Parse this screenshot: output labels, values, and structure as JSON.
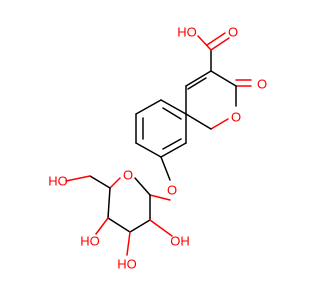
{
  "colors": {
    "background": "#ffffff",
    "bond": "#000000",
    "oxygen": "#ff0000"
  },
  "atoms": {
    "acid_oh": "HO",
    "acid_carbonyl_o": "O",
    "lactone_carbonyl_o": "O",
    "ring_o": "O",
    "ether_o": "O",
    "sugar_ring_o": "O",
    "ch2oh": "HO",
    "oh_c4": "HO",
    "oh_c3": "HO",
    "oh_c2": "OH"
  }
}
